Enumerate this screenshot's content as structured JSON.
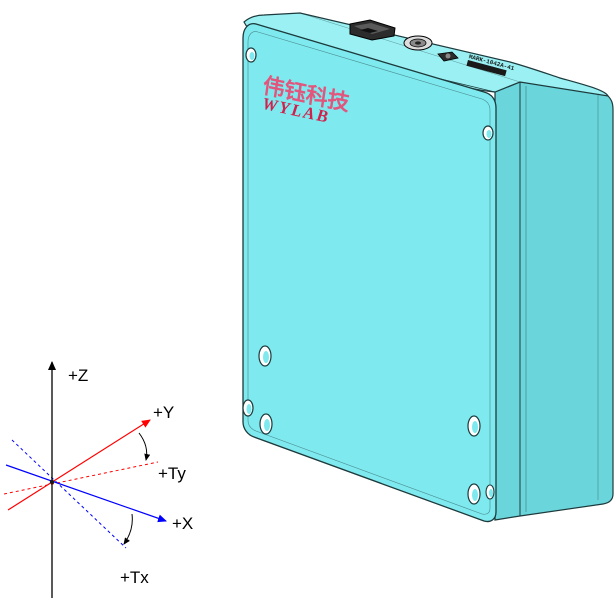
{
  "axes": {
    "z_label": "+Z",
    "y_label": "+Y",
    "ty_label": "+Ty",
    "x_label": "+X",
    "tx_label": "+Tx"
  },
  "device": {
    "logo_chinese": "伟钰科技",
    "logo_english": "WYLAB",
    "model_label": "MARK-1042A-41"
  },
  "colors": {
    "device_face": "#7ee9ee",
    "device_side": "#6ad6dc",
    "device_top": "#9af0f3",
    "outline": "#1d3a3c",
    "logo_chinese": "#e2557c",
    "logo_english": "#d21f4c",
    "axis_y": "#ff0000",
    "axis_x": "#0000ff",
    "axis_z": "#000000"
  }
}
